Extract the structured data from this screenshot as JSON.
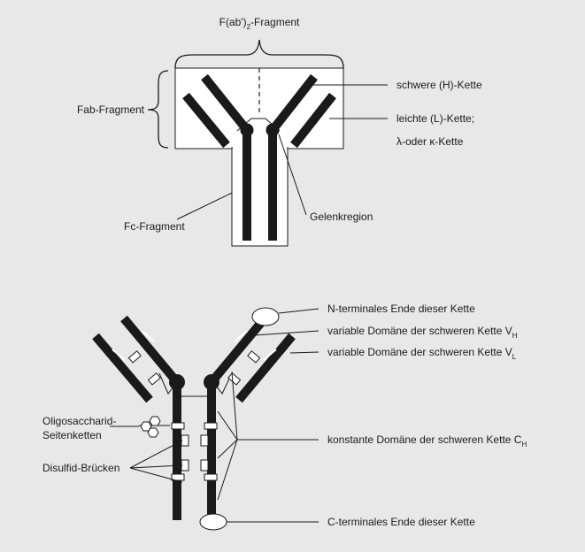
{
  "top": {
    "fab2_label": "F(ab')",
    "fab2_sub": "2",
    "fab2_suffix": "-Fragment",
    "fab_label": "Fab-Fragment",
    "fc_label": "Fc-Fragment",
    "heavy_label": "schwere (H)-Kette",
    "light_label": "leichte (L)-Kette;",
    "light_label2": "λ-oder κ-Kette",
    "hinge_label": "Gelenkregion"
  },
  "bottom": {
    "nterm": "N-terminales Ende dieser Kette",
    "var_heavy": "variable Domäne der schweren Kette V",
    "var_heavy_sub": "H",
    "var_light": "variable Domäne der schweren Kette V",
    "var_light_sub": "L",
    "oligo1": "Oligosaccharid-",
    "oligo2": "Seitenketten",
    "disulfid": "Disulfid-Brücken",
    "const_heavy": "konstante Domäne der schweren Kette C",
    "const_heavy_sub": "H",
    "cterm": "C-terminales Ende dieser Kette"
  },
  "colors": {
    "background": "#e8e8e8",
    "chain": "#1a1a1a",
    "fragment": "#ffffff"
  }
}
